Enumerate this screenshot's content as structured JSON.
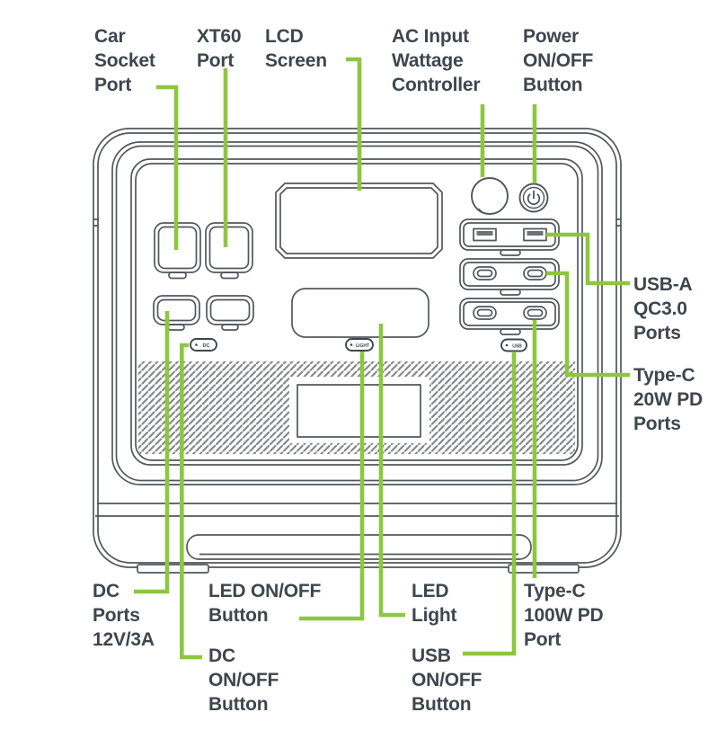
{
  "colors": {
    "line": "#51575c",
    "accent_green": "#8dc63f",
    "text": "#3e464e",
    "hatch": "#84898d"
  },
  "labels": {
    "car_socket_port": [
      "Car",
      "Socket",
      "Port"
    ],
    "xt60_port": [
      "XT60",
      "Port"
    ],
    "lcd_screen": [
      "LCD",
      "Screen"
    ],
    "ac_input_wattage_controller": [
      "AC Input",
      "Wattage",
      "Controller"
    ],
    "power_on_off_button": [
      "Power",
      "ON/OFF",
      "Button"
    ],
    "usb_a_qc30_ports": [
      "USB-A",
      "QC3.0",
      "Ports"
    ],
    "type_c_20w_pd_ports": [
      "Type-C",
      "20W PD",
      "Ports"
    ],
    "dc_ports_12v_3a": [
      "DC",
      "Ports",
      "12V/3A"
    ],
    "dc_on_off_button": [
      "DC",
      "ON/OFF",
      "Button"
    ],
    "led_on_off_button": [
      "LED ON/OFF",
      "Button"
    ],
    "led_light": [
      "LED",
      "Light"
    ],
    "usb_on_off_button": [
      "USB",
      "ON/OFF",
      "Button"
    ],
    "type_c_100w_pd_port": [
      "Type-C",
      "100W PD",
      "Port"
    ]
  },
  "device_buttons": {
    "dc": "DC",
    "light": "LIGHT",
    "usb": "USB"
  }
}
